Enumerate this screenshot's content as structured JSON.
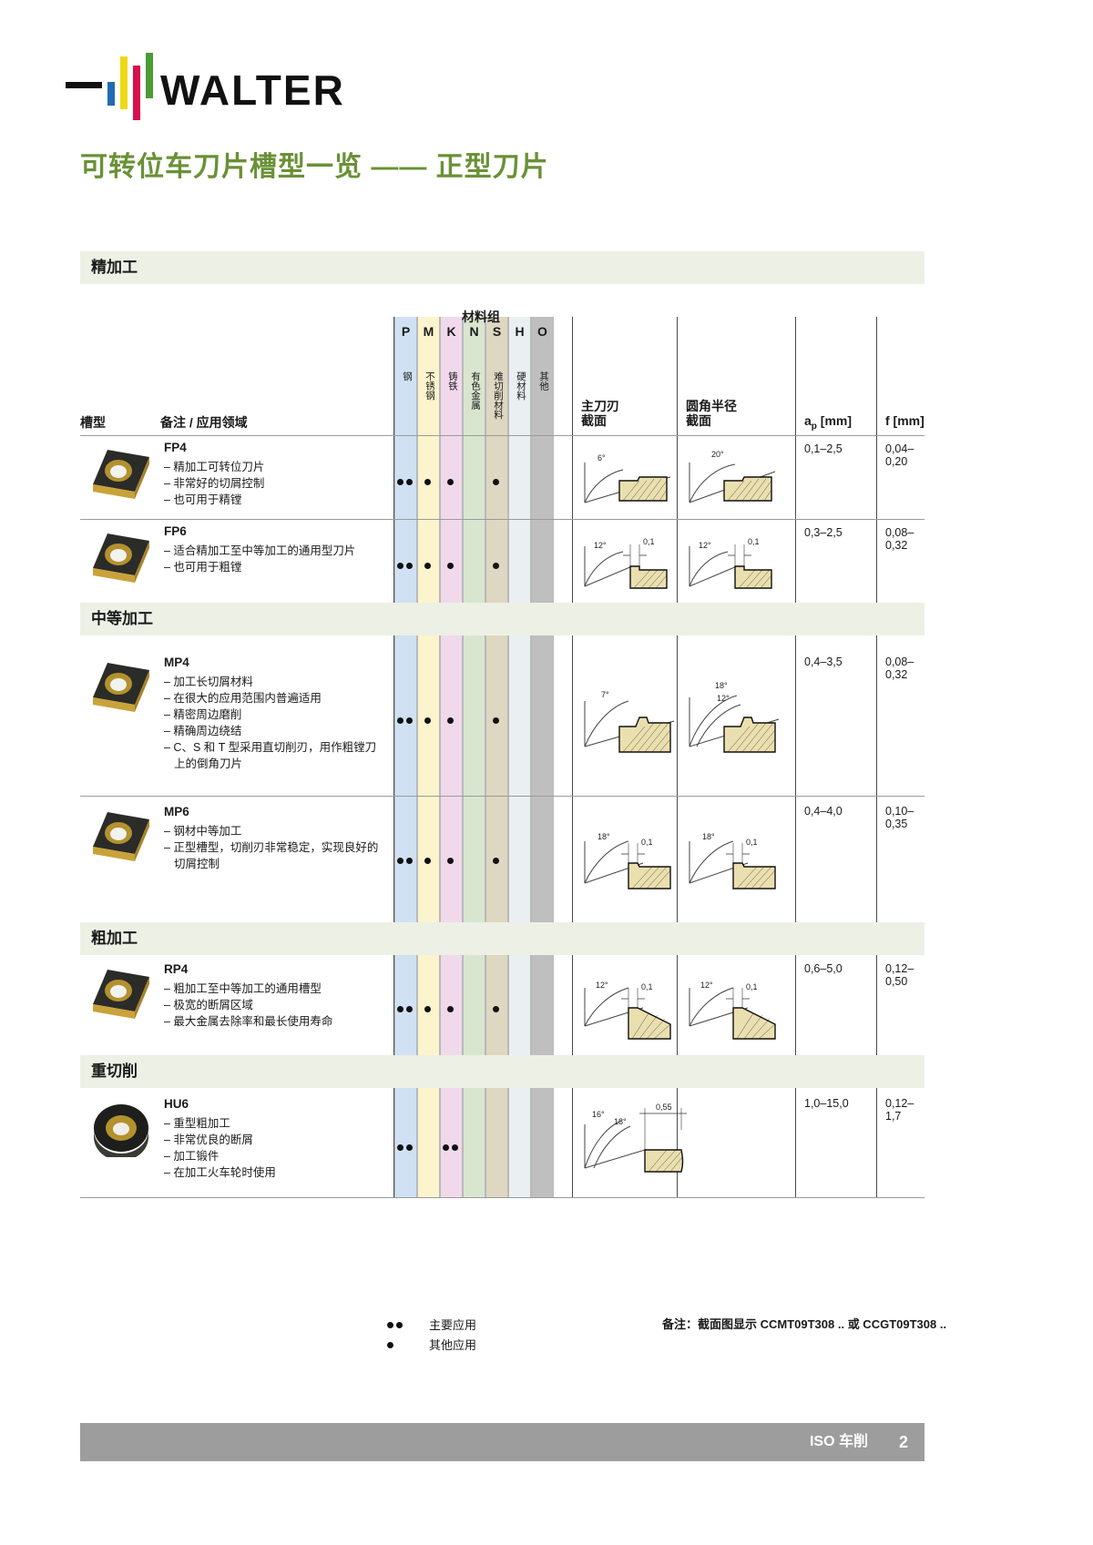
{
  "brand": {
    "name": "WALTER"
  },
  "page_title": "可转位车刀片槽型一览 —— 正型刀片",
  "table_headers": {
    "material_group": "材料组",
    "slot_type": "槽型",
    "note_application": "备注 / 应用领域",
    "main_edge_l1": "主刀刃",
    "main_edge_l2": "截面",
    "corner_radius_l1": "圆角半径",
    "corner_radius_l2": "截面",
    "ap": "a",
    "ap_sub": "p",
    "ap_unit": " [mm]",
    "f": "f [mm]"
  },
  "material_columns": [
    {
      "letter": "P",
      "label": "钢",
      "color": "#cfe1f3"
    },
    {
      "letter": "M",
      "label": "不锈钢",
      "color": "#fbf4cd"
    },
    {
      "letter": "K",
      "label": "铸铁",
      "color": "#f1d9ec"
    },
    {
      "letter": "N",
      "label": "有色金属",
      "color": "#d9e6cf"
    },
    {
      "letter": "S",
      "label": "难切削材料",
      "color": "#ded7c1"
    },
    {
      "letter": "H",
      "label": "硬材料",
      "color": "#eaeff2"
    },
    {
      "letter": "O",
      "label": "其他",
      "color": "#bfbfbf"
    }
  ],
  "sections": [
    {
      "band": "精加工",
      "rows": [
        {
          "code": "FP4",
          "desc": [
            "– 精加工可转位刀片",
            "– 非常好的切屑控制",
            "– 也可用于精镗"
          ],
          "marks": {
            "P": "primary",
            "M": "other",
            "K": "other",
            "N": "",
            "S": "other",
            "H": "",
            "O": ""
          },
          "main_edge_angles": [
            "6°"
          ],
          "main_edge_dim": "",
          "corner_angles": [
            "20°"
          ],
          "corner_dim": "",
          "ap": "0,1–2,5",
          "f": "0,04–0,20"
        },
        {
          "code": "FP6",
          "desc": [
            "– 适合精加工至中等加工的通用型刀片",
            "– 也可用于粗镗"
          ],
          "marks": {
            "P": "primary",
            "M": "other",
            "K": "other",
            "N": "",
            "S": "other",
            "H": "",
            "O": ""
          },
          "main_edge_angles": [
            "12°"
          ],
          "main_edge_dim": "0,1",
          "corner_angles": [
            "12°"
          ],
          "corner_dim": "0,1",
          "ap": "0,3–2,5",
          "f": "0,08–0,32"
        }
      ]
    },
    {
      "band": "中等加工",
      "rows": [
        {
          "code": "MP4",
          "desc": [
            "– 加工长切屑材料",
            "– 在很大的应用范围内普遍适用",
            "– 精密周边磨削",
            "– 精确周边绕结",
            "– C、S 和 T 型采用直切削刃，用作粗镗刀",
            "上的倒角刀片"
          ],
          "cont_from": 5,
          "marks": {
            "P": "primary",
            "M": "other",
            "K": "other",
            "N": "",
            "S": "other",
            "H": "",
            "O": ""
          },
          "main_edge_angles": [
            "7°"
          ],
          "main_edge_dim": "",
          "corner_angles": [
            "18°",
            "12°"
          ],
          "corner_dim": "",
          "ap": "0,4–3,5",
          "f": "0,08–0,32"
        },
        {
          "code": "MP6",
          "desc": [
            "– 钢材中等加工",
            "– 正型槽型，切削刃非常稳定，实现良好的",
            "切屑控制"
          ],
          "cont_from": 2,
          "marks": {
            "P": "primary",
            "M": "other",
            "K": "other",
            "N": "",
            "S": "other",
            "H": "",
            "O": ""
          },
          "main_edge_angles": [
            "18°"
          ],
          "main_edge_dim": "0,1",
          "corner_angles": [
            "18°"
          ],
          "corner_dim": "0,1",
          "ap": "0,4–4,0",
          "f": "0,10–0,35"
        }
      ]
    },
    {
      "band": "粗加工",
      "rows": [
        {
          "code": "RP4",
          "desc": [
            "– 粗加工至中等加工的通用槽型",
            "– 极宽的断屑区域",
            "– 最大金属去除率和最长使用寿命"
          ],
          "marks": {
            "P": "primary",
            "M": "other",
            "K": "other",
            "N": "",
            "S": "other",
            "H": "",
            "O": ""
          },
          "main_edge_angles": [
            "12°"
          ],
          "main_edge_dim": "0,1",
          "corner_angles": [
            "12°"
          ],
          "corner_dim": "0,1",
          "ap": "0,6–5,0",
          "f": "0,12–0,50"
        }
      ]
    },
    {
      "band": "重切削",
      "rows": [
        {
          "code": "HU6",
          "desc": [
            "– 重型粗加工",
            "– 非常优良的断屑",
            "– 加工锻件",
            "– 在加工火车轮时使用"
          ],
          "marks": {
            "P": "primary",
            "M": "",
            "K": "primary",
            "N": "",
            "S": "",
            "H": "",
            "O": ""
          },
          "main_edge_angles": [
            "16°",
            "18°"
          ],
          "main_edge_dim": "0,55",
          "corner_angles": [],
          "corner_dim": "",
          "ap": "1,0–15,0",
          "f": "0,12–1,7"
        }
      ]
    }
  ],
  "legend": {
    "primary_label": "主要应用",
    "other_label": "其他应用"
  },
  "footnote": "备注：截面图显示 CCMT09T308 .. 或 CCGT09T308 ..",
  "footer": {
    "iso": "ISO 车削",
    "page": "2"
  }
}
